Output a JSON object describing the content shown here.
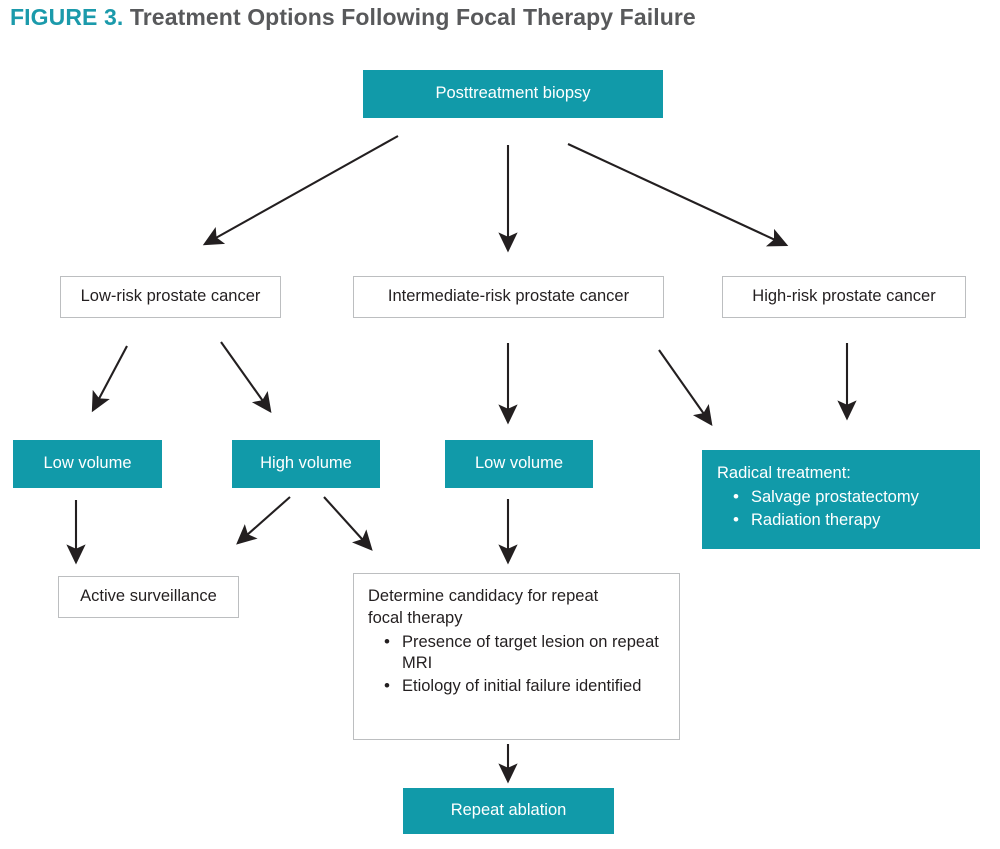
{
  "figure": {
    "label": "FIGURE 3.",
    "caption": "Treatment Options Following Focal Therapy Failure",
    "label_color": "#1b9aab",
    "caption_color": "#58595b",
    "accent_color": "#119aa9",
    "outline_color": "#bcbec0",
    "text_color": "#231f20",
    "arrow_color": "#231f20"
  },
  "nodes": {
    "posttreatment_biopsy": {
      "text": "Posttreatment biopsy"
    },
    "low_risk": {
      "text": "Low-risk prostate cancer"
    },
    "intermediate_risk": {
      "text": "Intermediate-risk prostate cancer"
    },
    "high_risk": {
      "text": "High-risk prostate cancer"
    },
    "low_volume_left": {
      "text": "Low volume"
    },
    "high_volume": {
      "text": "High volume"
    },
    "low_volume_mid": {
      "text": "Low volume"
    },
    "radical_treatment": {
      "lead": "Radical treatment:",
      "bullets": [
        "Salvage prostatectomy",
        "Radiation therapy"
      ]
    },
    "active_surveillance": {
      "text": "Active surveillance"
    },
    "repeat_candidacy": {
      "lead_line1": "Determine candidacy for repeat",
      "lead_line2": "focal therapy",
      "bullets": [
        "Presence of target lesion on repeat MRI",
        "Etiology of initial failure identified"
      ]
    },
    "repeat_ablation": {
      "text": "Repeat ablation"
    }
  },
  "edges": [
    {
      "from": "posttreatment_biopsy",
      "to": "low_risk"
    },
    {
      "from": "posttreatment_biopsy",
      "to": "intermediate_risk"
    },
    {
      "from": "posttreatment_biopsy",
      "to": "high_risk"
    },
    {
      "from": "low_risk",
      "to": "low_volume_left"
    },
    {
      "from": "low_risk",
      "to": "high_volume"
    },
    {
      "from": "intermediate_risk",
      "to": "low_volume_mid"
    },
    {
      "from": "intermediate_risk",
      "to": "radical_treatment"
    },
    {
      "from": "high_risk",
      "to": "radical_treatment"
    },
    {
      "from": "low_volume_left",
      "to": "active_surveillance"
    },
    {
      "from": "high_volume",
      "to": "active_surveillance"
    },
    {
      "from": "high_volume",
      "to": "repeat_candidacy"
    },
    {
      "from": "low_volume_mid",
      "to": "repeat_candidacy"
    },
    {
      "from": "repeat_candidacy",
      "to": "repeat_ablation"
    }
  ]
}
